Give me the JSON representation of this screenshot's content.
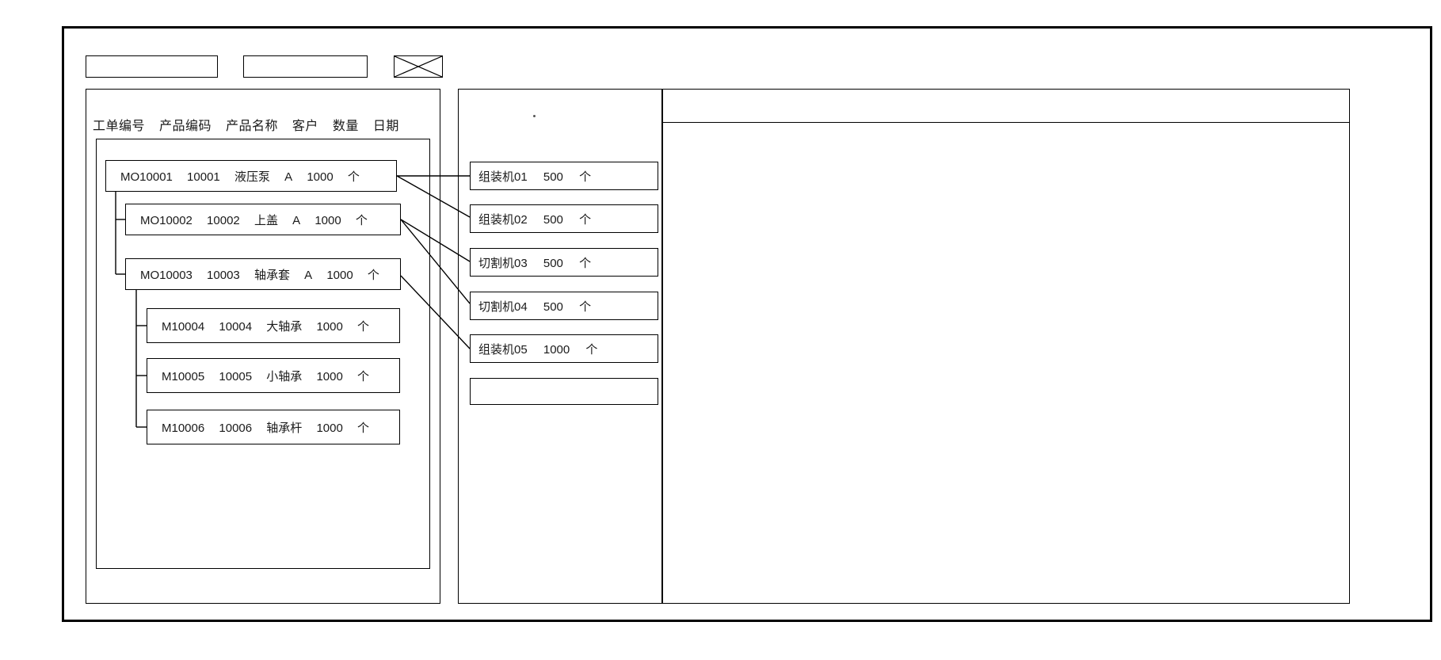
{
  "window": {
    "title": ""
  },
  "toolbar": {
    "buttons": [
      {
        "name": "toolbar-box-1",
        "label": ""
      },
      {
        "name": "toolbar-box-2",
        "label": ""
      }
    ],
    "placeholder_icon": "crossed-box-icon"
  },
  "left_panel": {
    "columns": [
      "工单编号",
      "产品编码",
      "产品名称",
      "客户",
      "数量",
      "日期"
    ],
    "tree": [
      {
        "level": 0,
        "order_no": "MO10001",
        "product_code": "10001",
        "product_name": "液压泵",
        "customer": "A",
        "quantity": "1000",
        "unit": "个"
      },
      {
        "level": 1,
        "order_no": "MO10002",
        "product_code": "10002",
        "product_name": "上盖",
        "customer": "A",
        "quantity": "1000",
        "unit": "个"
      },
      {
        "level": 1,
        "order_no": "MO10003",
        "product_code": "10003",
        "product_name": "轴承套",
        "customer": "A",
        "quantity": "1000",
        "unit": "个"
      },
      {
        "level": 2,
        "order_no": "M10004",
        "product_code": "10004",
        "product_name": "大轴承",
        "customer": "",
        "quantity": "1000",
        "unit": "个"
      },
      {
        "level": 2,
        "order_no": "M10005",
        "product_code": "10005",
        "product_name": "小轴承",
        "customer": "",
        "quantity": "1000",
        "unit": "个"
      },
      {
        "level": 2,
        "order_no": "M10006",
        "product_code": "10006",
        "product_name": "轴承杆",
        "customer": "",
        "quantity": "1000",
        "unit": "个"
      }
    ]
  },
  "middle_panel": {
    "machines": [
      {
        "machine": "组装机01",
        "quantity": "500",
        "unit": "个"
      },
      {
        "machine": "组装机02",
        "quantity": "500",
        "unit": "个"
      },
      {
        "machine": "切割机03",
        "quantity": "500",
        "unit": "个"
      },
      {
        "machine": "切割机04",
        "quantity": "500",
        "unit": "个"
      },
      {
        "machine": "组装机05",
        "quantity": "1000",
        "unit": "个"
      },
      {
        "machine": "",
        "quantity": "",
        "unit": ""
      }
    ]
  },
  "right_panel": {
    "header": "",
    "body": ""
  },
  "colors": {
    "stroke": "#000000",
    "background": "#ffffff",
    "text": "#1a1a1a"
  }
}
